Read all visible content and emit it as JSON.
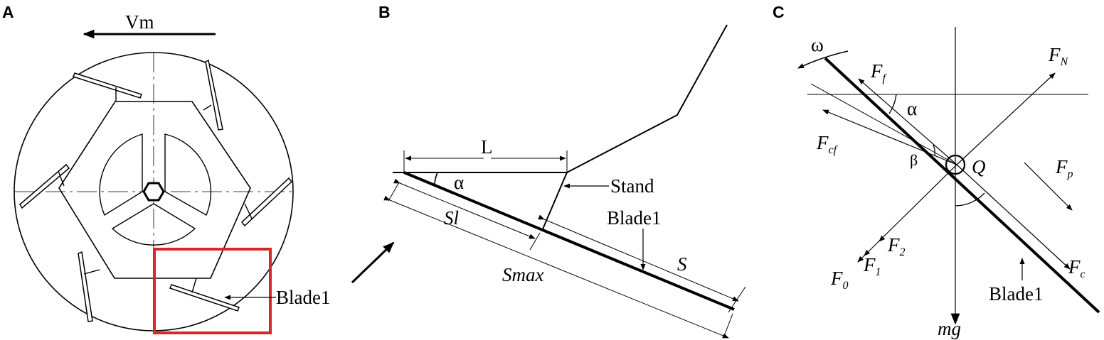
{
  "panels": {
    "a": {
      "label": "A",
      "velocity_label": "Vm",
      "blade_label": "Blade1",
      "highlight_color": "#d9262b"
    },
    "b": {
      "label": "B",
      "length_label": "L",
      "angle_label": "α",
      "stand_label": "Stand",
      "blade_label": "Blade1",
      "s1_main": "S",
      "s1_sub": "l",
      "smax_main": "S",
      "smax_sub": "max",
      "s_label": "S"
    },
    "c": {
      "label": "C",
      "omega": "ω",
      "ff_main": "F",
      "ff_sub": "f",
      "alpha": "α",
      "fn_main": "F",
      "fn_sub": "N",
      "fcf_main": "F",
      "fcf_sub": "cf",
      "beta": "β",
      "q_label": "Q",
      "fp_main": "F",
      "fp_sub": "p",
      "f2_main": "F",
      "f2_sub": "2",
      "f1_main": "F",
      "f1_sub": "1",
      "f0_main": "F",
      "f0_sub": "0",
      "blade_label": "Blade1",
      "fc_main": "F",
      "fc_sub": "c",
      "mg_label": "mg"
    }
  }
}
